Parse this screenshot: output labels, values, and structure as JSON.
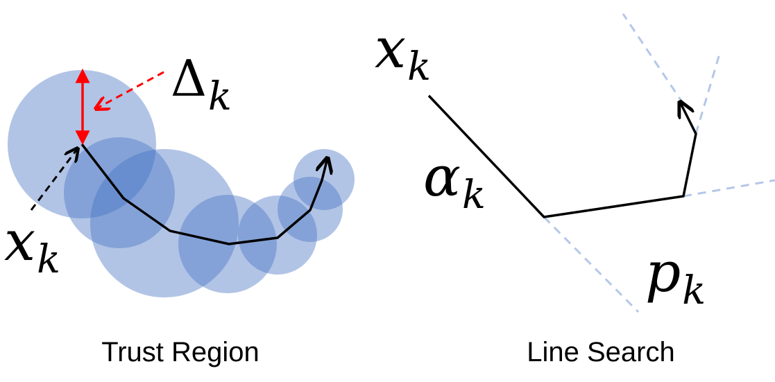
{
  "trust_region": {
    "caption": "Trust Region",
    "labels": {
      "delta_main": "Δ",
      "delta_sub": "k",
      "x_main": "x",
      "x_sub": "k"
    }
  },
  "line_search": {
    "caption": "Line Search",
    "labels": {
      "x_main": "x",
      "x_sub": "k",
      "alpha_main": "α",
      "alpha_sub": "k",
      "p_main": "p",
      "p_sub": "k"
    }
  },
  "colors": {
    "region_fill": "#4472C4",
    "path": "#000000",
    "radius_arrow": "#FF0000",
    "search_direction": "#B4C7E7"
  }
}
